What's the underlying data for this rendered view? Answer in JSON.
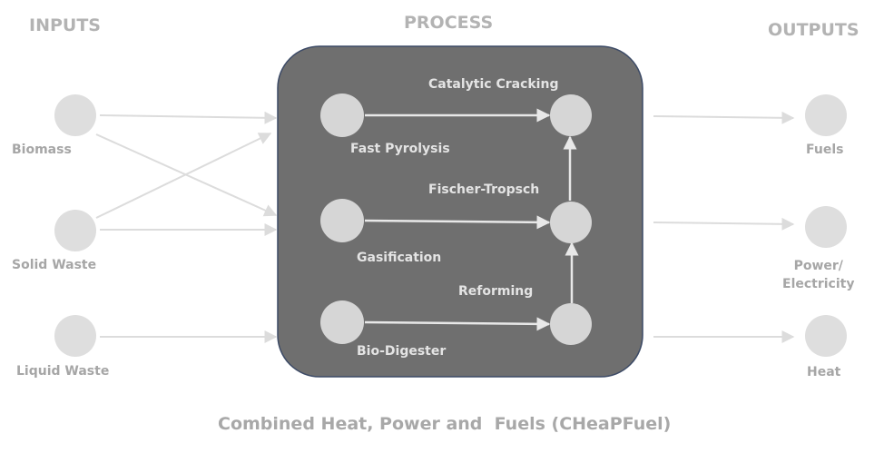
{
  "headers": {
    "inputs": "INPUTS",
    "process": "PROCESS",
    "outputs": "OUTPUTS"
  },
  "inputs": [
    {
      "label": "Biomass"
    },
    {
      "label": "Solid Waste"
    },
    {
      "label": "Liquid Waste"
    }
  ],
  "processes": [
    {
      "label": "Fast Pyrolysis"
    },
    {
      "label": "Gasification"
    },
    {
      "label": "Bio-Digester"
    }
  ],
  "upgrades": [
    {
      "label": "Catalytic Cracking"
    },
    {
      "label": "Fischer-Tropsch"
    },
    {
      "label": "Reforming"
    }
  ],
  "outputs": [
    {
      "label": "Fuels"
    },
    {
      "label": "Power/\nElectricity",
      "line1": "Power/",
      "line2": "Electricity"
    },
    {
      "label": "Heat"
    }
  ],
  "caption": "Combined Heat, Power and  Fuels (CHeaPFuel)",
  "colors": {
    "node_outer": "#dedede",
    "node_inner": "#d6d6d6",
    "process_box": "#6f6f6f",
    "box_border": "#3c4a66",
    "outer_arrow": "#dcdcdc",
    "inner_arrow": "#e8e8e8"
  }
}
